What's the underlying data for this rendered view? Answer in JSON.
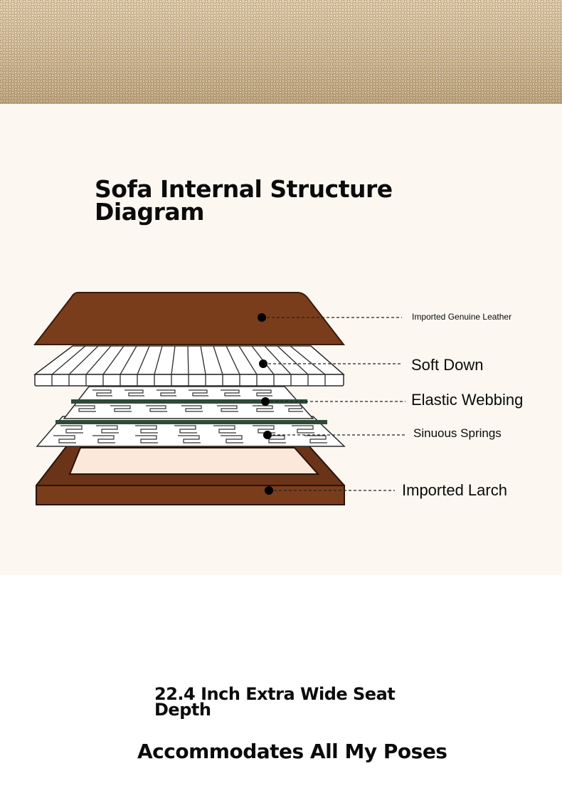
{
  "title": "Sofa Internal Structure Diagram",
  "layers": {
    "leather": "Imported Genuine Leather",
    "down": "Soft Down",
    "webbing": "Elastic Webbing",
    "springs": "Sinuous Springs",
    "larch": "Imported Larch"
  },
  "feature": {
    "seat_depth": "22.4 Inch Extra Wide Seat Depth",
    "tagline": "Accommodates All My Poses"
  },
  "colors": {
    "leather": "#7a3d1b",
    "frame": "#6b3418",
    "webbing": "#2f4a37",
    "panel_bg": "#fcf7f1",
    "fabric": "#c9b08a"
  }
}
